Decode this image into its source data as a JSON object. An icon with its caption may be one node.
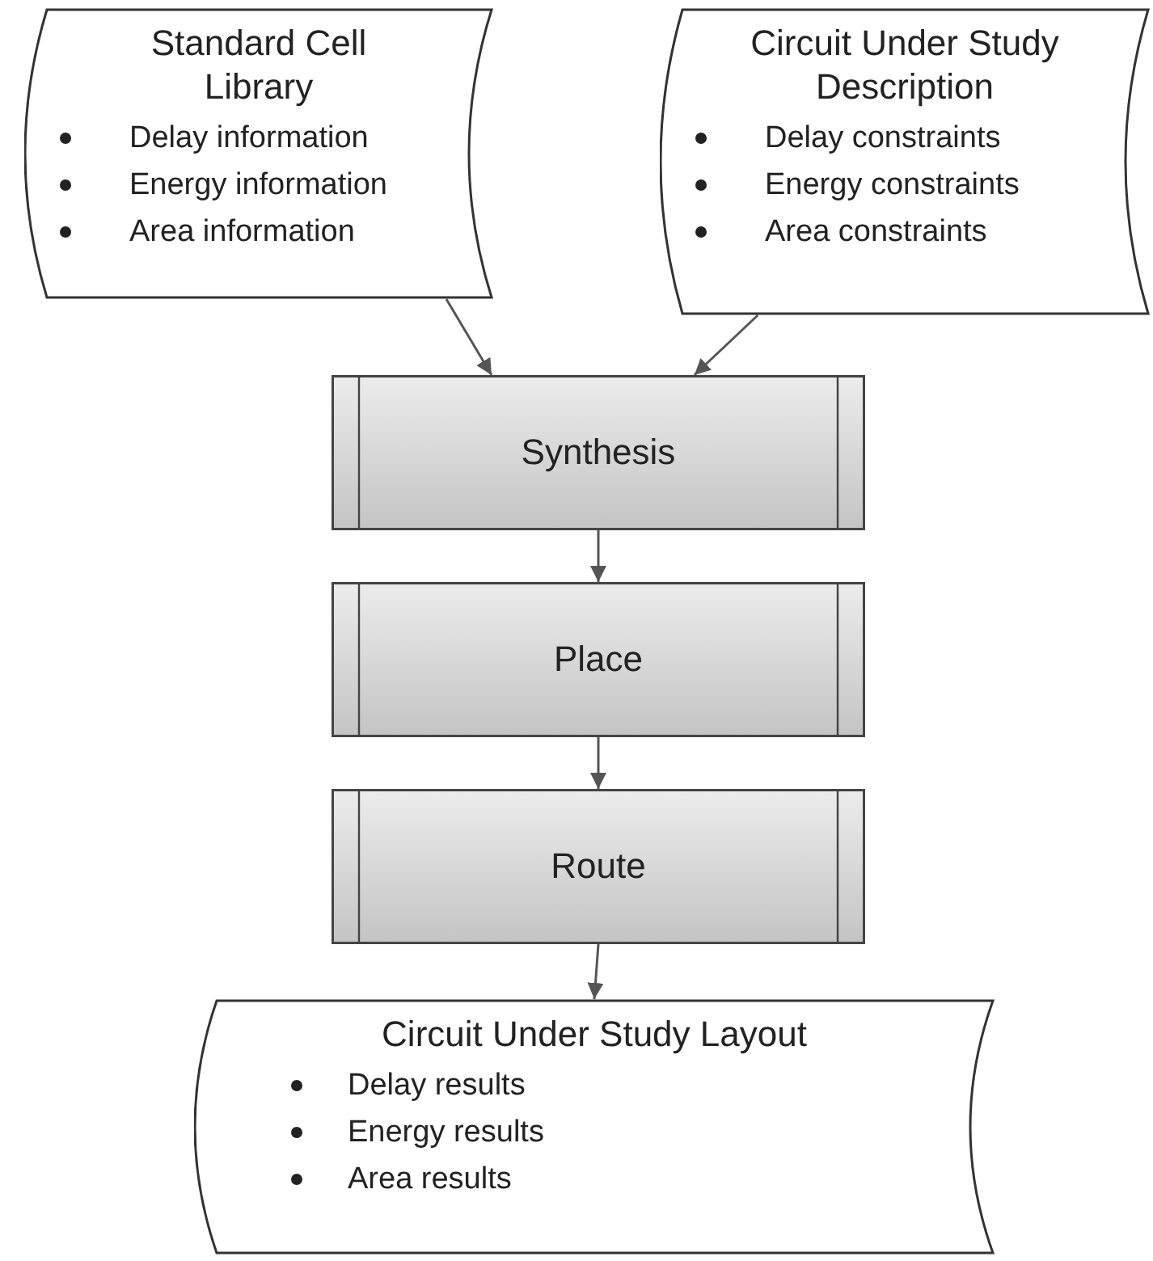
{
  "diagram": {
    "nodes": [
      {
        "text": [
          "Standard Cell Library",
          "Delay information",
          "Energy information",
          "Area information"
        ]
      },
      {
        "text": [
          "Circuit Under Study Description",
          "Delay constraints",
          "Energy constraints",
          "Area constraints"
        ]
      },
      {
        "text": [
          "Synthesis"
        ]
      },
      {
        "text": [
          "Place"
        ]
      },
      {
        "text": [
          "Route"
        ]
      },
      {
        "text": [
          "Circuit Under Study Layout",
          "Delay results",
          "Energy results",
          "Area results"
        ]
      }
    ],
    "edges": [
      {
        "from": 0,
        "to": 2,
        "arrow": "to"
      },
      {
        "from": 1,
        "to": 2,
        "arrow": "to"
      },
      {
        "from": 2,
        "to": 3,
        "arrow": "to"
      },
      {
        "from": 3,
        "to": 4,
        "arrow": "to"
      },
      {
        "from": 4,
        "to": 5,
        "arrow": "to"
      }
    ]
  }
}
